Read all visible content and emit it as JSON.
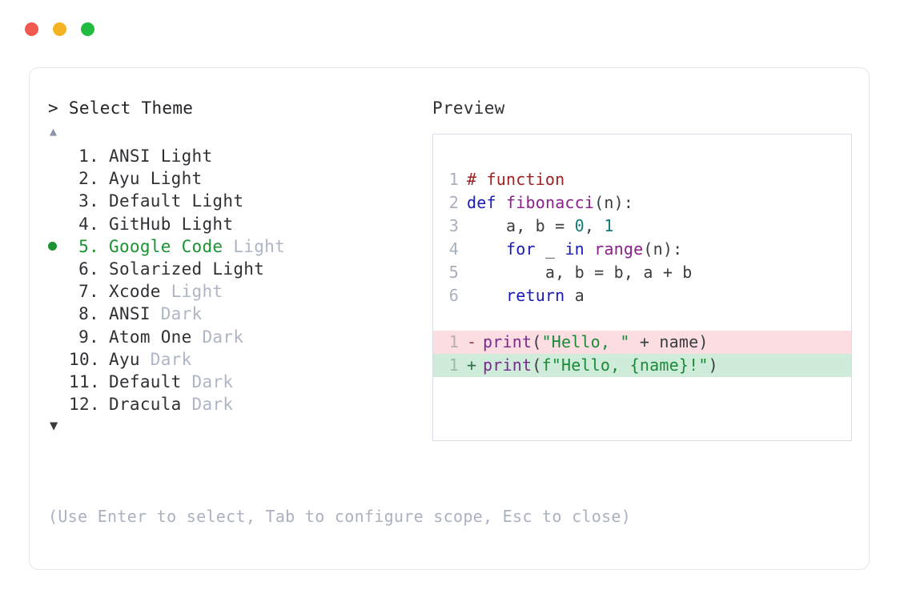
{
  "window": {
    "traffic_lights": [
      {
        "name": "close",
        "color": "#f1584f"
      },
      {
        "name": "minimize",
        "color": "#f4b323"
      },
      {
        "name": "maximize",
        "color": "#21bb42"
      }
    ]
  },
  "selector": {
    "prompt_caret": ">",
    "prompt_label": "Select Theme",
    "scroll_up_icon": "▲",
    "scroll_down_icon": "▼",
    "selected_index": 5,
    "selected_bullet": "●",
    "accent_color": "#1a9431",
    "items": [
      {
        "index": "1.",
        "name": "ANSI Light",
        "variant": "",
        "dim_variant": false,
        "selected": false
      },
      {
        "index": "2.",
        "name": "Ayu Light",
        "variant": "",
        "dim_variant": false,
        "selected": false
      },
      {
        "index": "3.",
        "name": "Default Light",
        "variant": "",
        "dim_variant": false,
        "selected": false
      },
      {
        "index": "4.",
        "name": "GitHub Light",
        "variant": "",
        "dim_variant": false,
        "selected": false
      },
      {
        "index": "5.",
        "name": "Google Code",
        "variant": " Light",
        "dim_variant": true,
        "selected": true
      },
      {
        "index": "6.",
        "name": "Solarized Light",
        "variant": "",
        "dim_variant": false,
        "selected": false
      },
      {
        "index": "7.",
        "name": "Xcode",
        "variant": " Light",
        "dim_variant": true,
        "selected": false
      },
      {
        "index": "8.",
        "name": "ANSI",
        "variant": " Dark",
        "dim_variant": true,
        "selected": false
      },
      {
        "index": "9.",
        "name": "Atom One",
        "variant": " Dark",
        "dim_variant": true,
        "selected": false
      },
      {
        "index": "10.",
        "name": "Ayu",
        "variant": " Dark",
        "dim_variant": true,
        "selected": false
      },
      {
        "index": "11.",
        "name": "Default",
        "variant": " Dark",
        "dim_variant": true,
        "selected": false
      },
      {
        "index": "12.",
        "name": "Dracula",
        "variant": " Dark",
        "dim_variant": true,
        "selected": false
      }
    ],
    "hint": "(Use Enter to select, Tab to configure scope, Esc to close)"
  },
  "preview": {
    "label": "Preview",
    "code_lines": [
      {
        "number": "1",
        "tokens": [
          {
            "t": "comment",
            "s": "# function"
          }
        ]
      },
      {
        "number": "2",
        "tokens": [
          {
            "t": "keyword",
            "s": "def"
          },
          {
            "t": "plain",
            "s": " "
          },
          {
            "t": "func",
            "s": "fibonacci"
          },
          {
            "t": "punct",
            "s": "(n):"
          }
        ]
      },
      {
        "number": "3",
        "tokens": [
          {
            "t": "plain",
            "s": "    a, b = "
          },
          {
            "t": "number",
            "s": "0"
          },
          {
            "t": "plain",
            "s": ", "
          },
          {
            "t": "number",
            "s": "1"
          }
        ]
      },
      {
        "number": "4",
        "tokens": [
          {
            "t": "plain",
            "s": "    "
          },
          {
            "t": "keyword",
            "s": "for"
          },
          {
            "t": "plain",
            "s": " _ "
          },
          {
            "t": "keyword",
            "s": "in"
          },
          {
            "t": "plain",
            "s": " "
          },
          {
            "t": "func",
            "s": "range"
          },
          {
            "t": "punct",
            "s": "(n):"
          }
        ]
      },
      {
        "number": "5",
        "tokens": [
          {
            "t": "plain",
            "s": "        a, b = b, a + b"
          }
        ]
      },
      {
        "number": "6",
        "tokens": [
          {
            "t": "plain",
            "s": "    "
          },
          {
            "t": "keyword",
            "s": "return"
          },
          {
            "t": "plain",
            "s": " a"
          }
        ]
      }
    ],
    "diff_lines": [
      {
        "kind": "del",
        "number": "1",
        "marker": "-",
        "background": "#fbdde2",
        "tokens": [
          {
            "t": "builtin",
            "s": "print"
          },
          {
            "t": "punct",
            "s": "("
          },
          {
            "t": "string",
            "s": "\"Hello, \""
          },
          {
            "t": "plain",
            "s": " + name"
          },
          {
            "t": "punct",
            "s": ")"
          }
        ]
      },
      {
        "kind": "add",
        "number": "1",
        "marker": "+",
        "background": "#cfebd9",
        "tokens": [
          {
            "t": "builtin",
            "s": "print"
          },
          {
            "t": "punct",
            "s": "("
          },
          {
            "t": "string",
            "s": "f\"Hello, {name}!\""
          },
          {
            "t": "punct",
            "s": ")"
          }
        ]
      }
    ]
  }
}
